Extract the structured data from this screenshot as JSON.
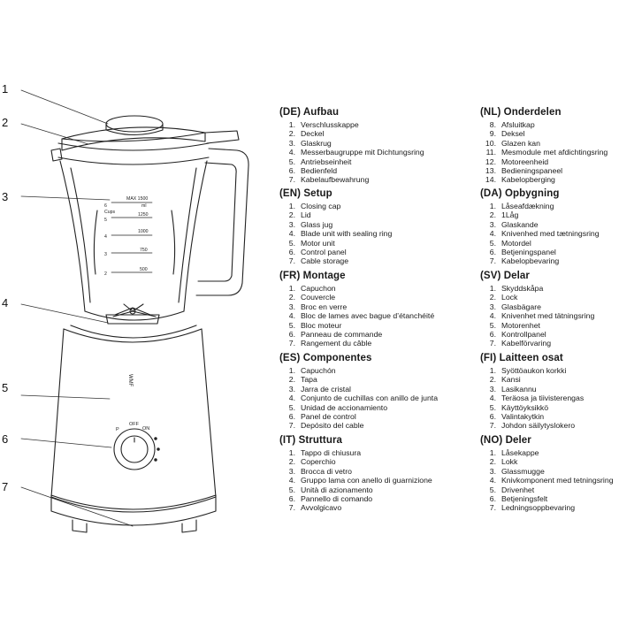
{
  "callouts": [
    "1",
    "2",
    "3",
    "4",
    "5",
    "6",
    "7"
  ],
  "jar_scale": {
    "max_label": "MAX 1500",
    "unit": "ml",
    "cups_label": "Cups",
    "cups": [
      "6",
      "5",
      "4",
      "3",
      "2"
    ],
    "ml": [
      "1250",
      "1000",
      "750",
      "500"
    ]
  },
  "logo": "WMF",
  "dial": {
    "off": "OFF",
    "on": "ON",
    "pulse": "P"
  },
  "sections": [
    {
      "title": "(DE) Aufbau",
      "items": [
        {
          "n": "1.",
          "t": "Verschlusskappe"
        },
        {
          "n": "2.",
          "t": "Deckel"
        },
        {
          "n": "3.",
          "t": "Glaskrug"
        },
        {
          "n": "4.",
          "t": "Messerbaugruppe mit Dichtungsring"
        },
        {
          "n": "5.",
          "t": "Antriebseinheit"
        },
        {
          "n": "6.",
          "t": "Bedienfeld"
        },
        {
          "n": "7.",
          "t": "Kabelaufbewahrung"
        }
      ]
    },
    {
      "title": "(EN) Setup",
      "items": [
        {
          "n": "1.",
          "t": "Closing cap"
        },
        {
          "n": "2.",
          "t": "Lid"
        },
        {
          "n": "3.",
          "t": "Glass jug"
        },
        {
          "n": "4.",
          "t": "Blade unit with sealing ring"
        },
        {
          "n": "5.",
          "t": "Motor unit"
        },
        {
          "n": "6.",
          "t": "Control panel"
        },
        {
          "n": "7.",
          "t": "Cable storage"
        }
      ]
    },
    {
      "title": "(FR) Montage",
      "items": [
        {
          "n": "1.",
          "t": "Capuchon"
        },
        {
          "n": "2.",
          "t": "Couvercle"
        },
        {
          "n": "3.",
          "t": "Broc en verre"
        },
        {
          "n": "4.",
          "t": "Bloc de lames avec bague d’étanchéité"
        },
        {
          "n": "5.",
          "t": "Bloc moteur"
        },
        {
          "n": "6.",
          "t": "Panneau de commande"
        },
        {
          "n": "7.",
          "t": "Rangement du câble"
        }
      ]
    },
    {
      "title": "(ES) Componentes",
      "items": [
        {
          "n": "1.",
          "t": "Capuchón"
        },
        {
          "n": "2.",
          "t": "Tapa"
        },
        {
          "n": "3.",
          "t": "Jarra de cristal"
        },
        {
          "n": "4.",
          "t": "Conjunto de cuchillas con anillo de junta"
        },
        {
          "n": "5.",
          "t": "Unidad de accionamiento"
        },
        {
          "n": "6.",
          "t": "Panel de control"
        },
        {
          "n": "7.",
          "t": "Depósito del cable"
        }
      ]
    },
    {
      "title": "(IT) Struttura",
      "items": [
        {
          "n": "1.",
          "t": "Tappo di chiusura"
        },
        {
          "n": "2.",
          "t": "Coperchio"
        },
        {
          "n": "3.",
          "t": "Brocca di vetro"
        },
        {
          "n": "4.",
          "t": "Gruppo lama con anello di guarnizione"
        },
        {
          "n": "5.",
          "t": "Unità di azionamento"
        },
        {
          "n": "6.",
          "t": "Pannello di comando"
        },
        {
          "n": "7.",
          "t": "Avvolgicavo"
        }
      ]
    },
    {
      "title": "(NL) Onderdelen",
      "items": [
        {
          "n": "8.",
          "t": "Afsluitkap"
        },
        {
          "n": "9.",
          "t": "Deksel"
        },
        {
          "n": "10.",
          "t": "Glazen kan"
        },
        {
          "n": "11.",
          "t": "Mesmodule met afdichtingsring"
        },
        {
          "n": "12.",
          "t": "Motoreenheid"
        },
        {
          "n": "13.",
          "t": "Bedieningspaneel"
        },
        {
          "n": "14.",
          "t": "Kabelopberging"
        }
      ]
    },
    {
      "title": "(DA) Opbygning",
      "items": [
        {
          "n": "1.",
          "t": "Låseafdækning"
        },
        {
          "n": "2.",
          "t": "1Låg"
        },
        {
          "n": "3.",
          "t": "Glaskande"
        },
        {
          "n": "4.",
          "t": "Knivenhed med tætningsring"
        },
        {
          "n": "5.",
          "t": "Motordel"
        },
        {
          "n": "6.",
          "t": "Betjeningspanel"
        },
        {
          "n": "7.",
          "t": "Kabelopbevaring"
        }
      ]
    },
    {
      "title": "(SV) Delar",
      "items": [
        {
          "n": "1.",
          "t": "Skyddskåpa"
        },
        {
          "n": "2.",
          "t": "Lock"
        },
        {
          "n": "3.",
          "t": "Glasbägare"
        },
        {
          "n": "4.",
          "t": "Knivenhet med tätningsring"
        },
        {
          "n": "5.",
          "t": "Motorenhet"
        },
        {
          "n": "6.",
          "t": "Kontrollpanel"
        },
        {
          "n": "7.",
          "t": "Kabelförvaring"
        }
      ]
    },
    {
      "title": "(FI) Laitteen osat",
      "items": [
        {
          "n": "1.",
          "t": "Syöttöaukon korkki"
        },
        {
          "n": "2.",
          "t": "Kansi"
        },
        {
          "n": "3.",
          "t": "Lasikannu"
        },
        {
          "n": "4.",
          "t": "Teräosa ja tiivisterengas"
        },
        {
          "n": "5.",
          "t": "Käyttöyksikkö"
        },
        {
          "n": "6.",
          "t": "Valintakytkin"
        },
        {
          "n": "7.",
          "t": "Johdon säilytyslokero"
        }
      ]
    },
    {
      "title": "(NO) Deler",
      "items": [
        {
          "n": "1.",
          "t": "Låsekappe"
        },
        {
          "n": "2.",
          "t": "Lokk"
        },
        {
          "n": "3.",
          "t": "Glassmugge"
        },
        {
          "n": "4.",
          "t": "Knivkomponent med tetningsring"
        },
        {
          "n": "5.",
          "t": "Drivenhet"
        },
        {
          "n": "6.",
          "t": "Betjeningsfelt"
        },
        {
          "n": "7.",
          "t": "Ledningsoppbevaring"
        }
      ]
    }
  ]
}
